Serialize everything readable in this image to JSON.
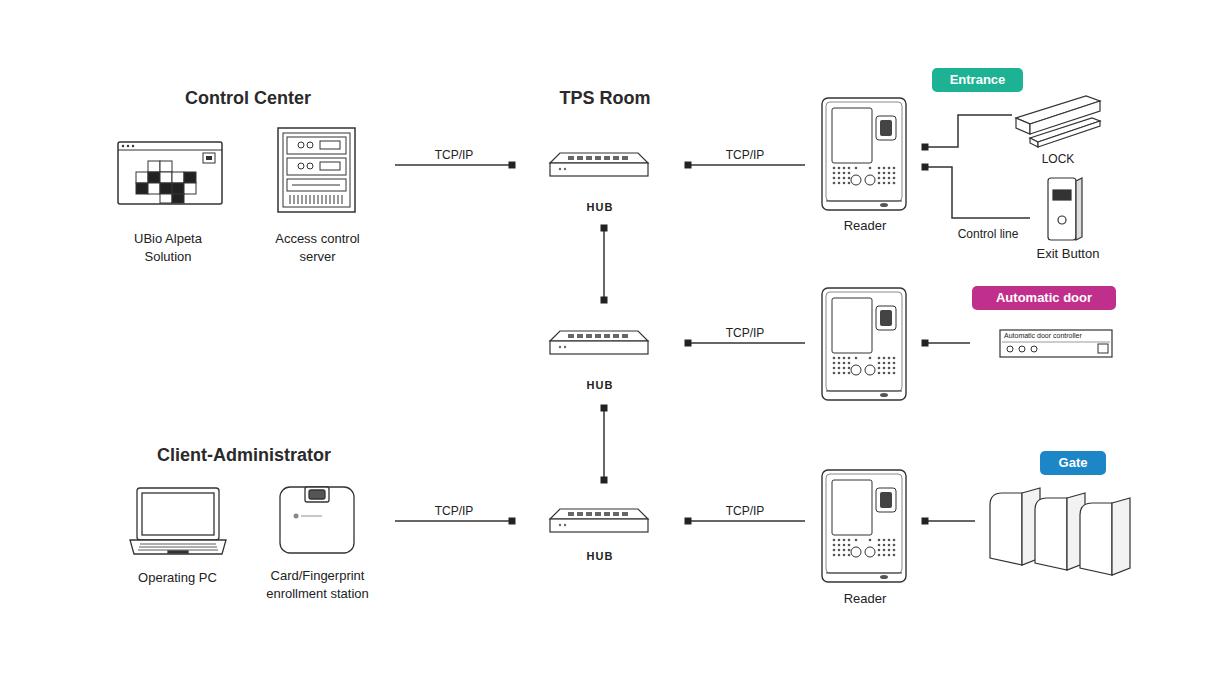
{
  "diagram": {
    "nodes": [
      {
        "text": [
          "UBio Alpeta Solution"
        ]
      },
      {
        "text": [
          "Access control server"
        ]
      },
      {
        "text": [
          "HUB"
        ]
      },
      {
        "text": [
          "Entrance"
        ]
      },
      {
        "text": [
          "Reader"
        ]
      },
      {
        "text": [
          "LOCK"
        ]
      },
      {
        "text": [
          "Exit Button"
        ]
      },
      {
        "text": [
          "HUB"
        ]
      },
      {
        "text": []
      },
      {
        "text": [
          "Automatic door",
          "Automatic door controller"
        ]
      },
      {
        "text": [
          "Operating PC"
        ]
      },
      {
        "text": [
          "Card/Fingerprint enrollment station"
        ]
      },
      {
        "text": [
          "HUB"
        ]
      },
      {
        "text": [
          "Reader"
        ]
      },
      {
        "text": [
          "Gate"
        ]
      }
    ],
    "edges": [
      {
        "from": 1,
        "to": 2,
        "arrow": "none",
        "label": "TCP/IP"
      },
      {
        "from": 2,
        "to": 4,
        "arrow": "none",
        "label": "TCP/IP"
      },
      {
        "from": 4,
        "to": 5,
        "arrow": "none"
      },
      {
        "from": 4,
        "to": 6,
        "arrow": "none",
        "label": "Control line"
      },
      {
        "from": 2,
        "to": 7,
        "arrow": "none"
      },
      {
        "from": 7,
        "to": 8,
        "arrow": "none",
        "label": "TCP/IP"
      },
      {
        "from": 7,
        "to": 12,
        "arrow": "none"
      },
      {
        "from": 11,
        "to": 12,
        "arrow": "none",
        "label": "TCP/IP"
      },
      {
        "from": 12,
        "to": 13,
        "arrow": "none",
        "label": "TCP/IP"
      },
      {
        "from": 8,
        "to": 9,
        "arrow": "none"
      },
      {
        "from": 13,
        "to": 14,
        "arrow": "none"
      }
    ],
    "labels": [
      "Control Center",
      "TPS Room",
      "Client-Administrator"
    ]
  }
}
